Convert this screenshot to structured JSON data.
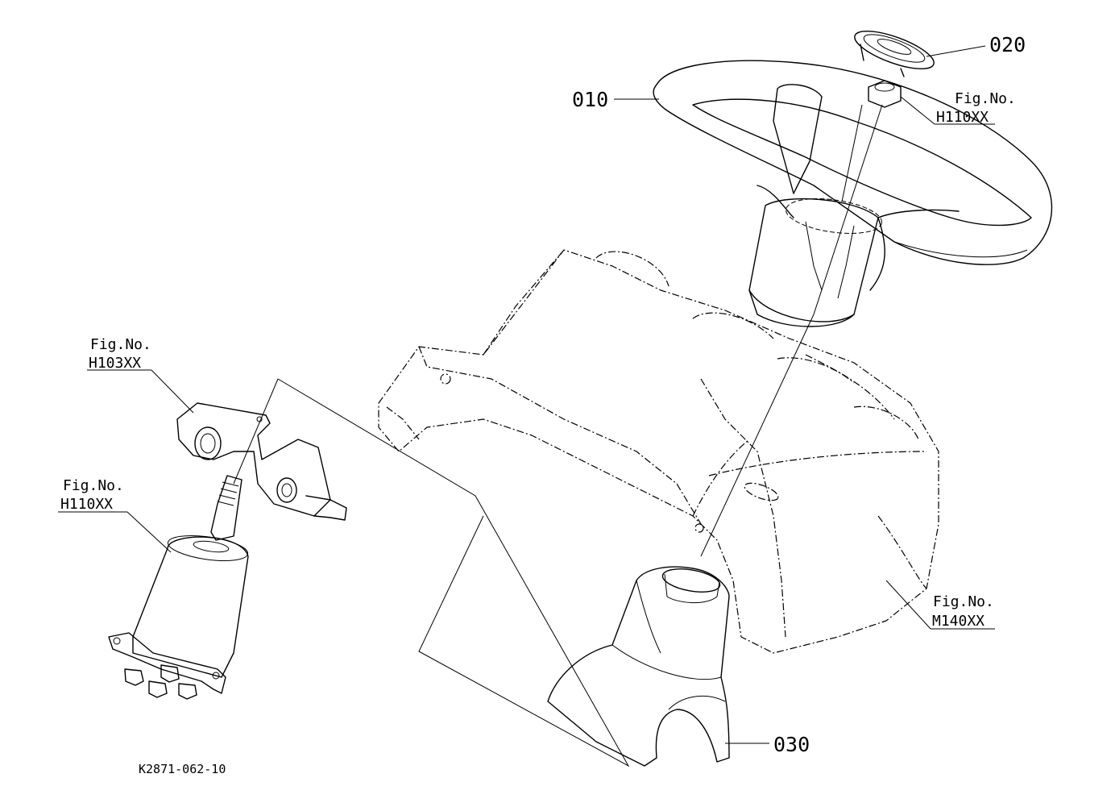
{
  "parts": {
    "p010": "010",
    "p020": "020",
    "p030": "030"
  },
  "figrefs": {
    "top_right": {
      "caption": "Fig.No.",
      "number": "H110XX"
    },
    "left_top": {
      "caption": "Fig.No.",
      "number": "H103XX"
    },
    "left_mid": {
      "caption": "Fig.No.",
      "number": "H110XX"
    },
    "right_bottom": {
      "caption": "Fig.No.",
      "number": "M140XX"
    }
  },
  "drawing_code": "K2871-062-10"
}
